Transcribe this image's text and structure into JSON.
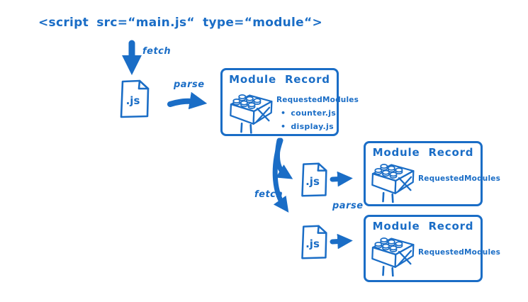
{
  "colors": {
    "accent": "#1a6dc6",
    "background": "#ffffff"
  },
  "script_tag": {
    "text": "<script src=“main.js“ type=“module“>"
  },
  "flow": {
    "fetch_label_top": "fetch",
    "parse_label_top": "parse",
    "fetch_label_bottom": "fetch",
    "parse_label_bottom": "parse"
  },
  "files": [
    {
      "label": ".js"
    },
    {
      "label": ".js"
    },
    {
      "label": ".js"
    }
  ],
  "module_records": [
    {
      "title": "Module Record",
      "field": "RequestedModules",
      "modules": [
        "counter.js",
        "display.js"
      ]
    },
    {
      "title": "Module Record",
      "field": "RequestedModules"
    },
    {
      "title": "Module Record",
      "field": "RequestedModules"
    }
  ]
}
